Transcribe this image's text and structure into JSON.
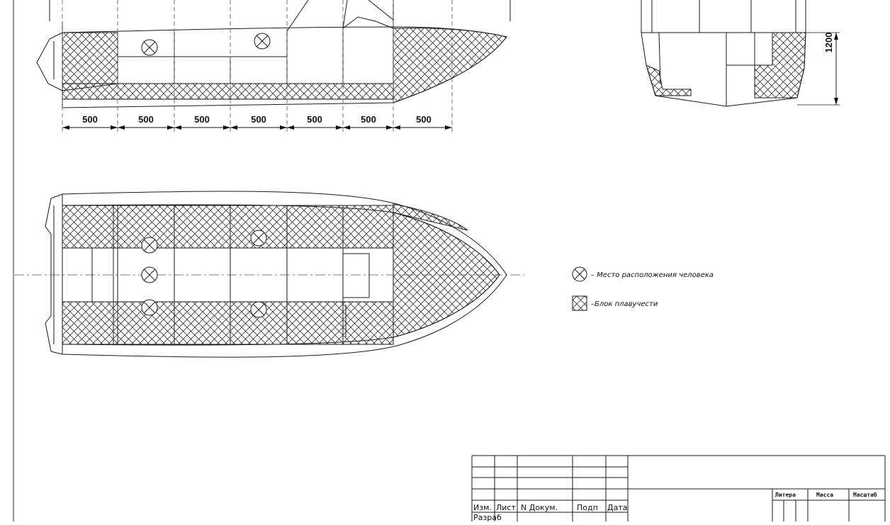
{
  "colors": {
    "line": "#1a1a1a",
    "hatch": "#333333",
    "paper": "#ffffff"
  },
  "side_view": {
    "dimensions": [
      "500",
      "500",
      "500",
      "500",
      "500",
      "500",
      "500"
    ]
  },
  "front_view": {
    "height_dimension": "1200"
  },
  "legend": {
    "person_text": "– Место расположения человека",
    "float_text": "–Блок плавучести"
  },
  "title_block": {
    "col_izm": "Изм.",
    "col_list": "Лист",
    "col_doc": "N Докум.",
    "col_podp": "Подп",
    "col_data": "Дата",
    "row_razrab": "Разраб",
    "litera": "Литера",
    "massa": "Масса",
    "masshtab": "Масштаб"
  },
  "icons": [
    "person-position-icon",
    "flotation-block-icon"
  ]
}
